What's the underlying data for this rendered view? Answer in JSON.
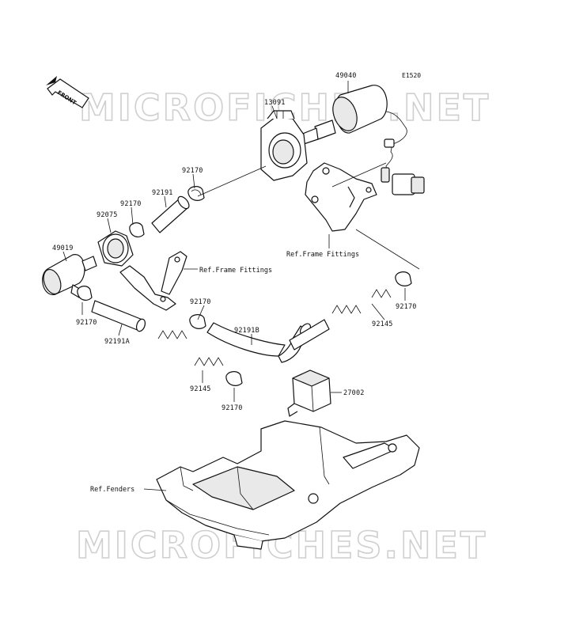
{
  "code": "E1520",
  "watermarks": [
    "MICROFICHES.NET",
    "MICROFICHES.NET"
  ],
  "direction_label": "FRONT",
  "parts": {
    "p49040": "49040",
    "p13091": "13091",
    "p92170_a": "92170",
    "p92191": "92191",
    "p92170_b": "92170",
    "p92075": "92075",
    "p49019": "49019",
    "p92170_c": "92170",
    "p92191A": "92191A",
    "p92170_d": "92170",
    "p92191B": "92191B",
    "p92145_a": "92145",
    "p92170_e": "92170",
    "p92145_b": "92145",
    "p92170_f": "92170",
    "p27002": "27002"
  },
  "references": {
    "frame_fittings_upper": "Ref.Frame Fittings",
    "frame_fittings_middle": "Ref.Frame Fittings",
    "fenders": "Ref.Fenders"
  }
}
